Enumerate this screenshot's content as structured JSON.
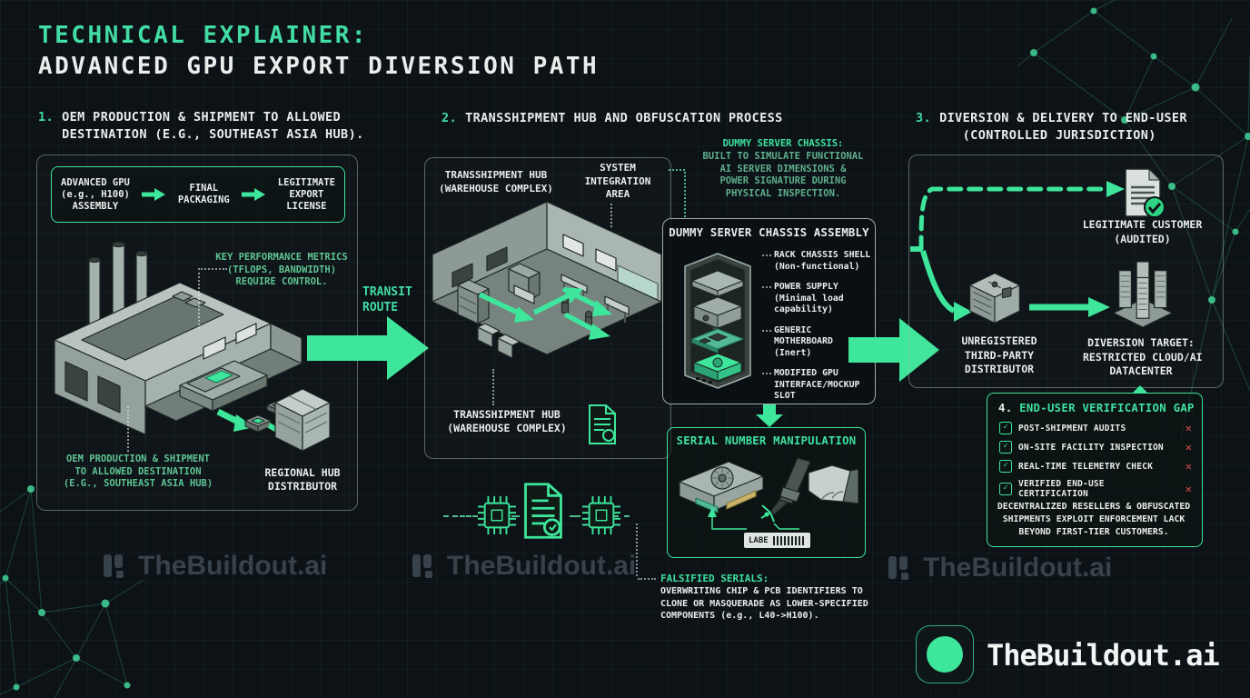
{
  "palette": {
    "bg": "#0c1216",
    "accent": "#3ee69b",
    "teal": "#43dca4",
    "green_text": "#5fc493",
    "white": "#e9edec",
    "red": "#e04f4f",
    "watermark": "#3b454d"
  },
  "icons": {
    "check": "✓",
    "x": "✕"
  },
  "header": {
    "title_line1": "TECHNICAL EXPLAINER:",
    "title_line2": "ADVANCED GPU EXPORT DIVERSION PATH"
  },
  "section1": {
    "number": "1.",
    "heading": "OEM PRODUCTION & SHIPMENT TO ALLOWED\nDESTINATION (E.G., SOUTHEAST ASIA HUB).",
    "flow_steps": [
      {
        "label": "ADVANCED GPU\n(e.g., H100)\nASSEMBLY"
      },
      {
        "label": "FINAL\nPACKAGING"
      },
      {
        "label": "LEGITIMATE\nEXPORT\nLICENSE"
      }
    ],
    "kpm_note": "KEY PERFORMANCE METRICS\n(TFLOPS, BANDWIDTH)\nREQUIRE CONTROL.",
    "oem_note": "OEM PRODUCTION & SHIPMENT\nTO ALLOWED DESTINATION\n(E.G., SOUTHEAST ASIA HUB)",
    "crate_label": "REGIONAL HUB\nDISTRIBUTOR"
  },
  "transit": {
    "label": "TRANSIT\nROUTE"
  },
  "section2": {
    "number": "2.",
    "heading": "TRANSSHIPMENT HUB AND OBFUSCATION PROCESS",
    "hub_label_top": "TRANSSHIPMENT HUB\n(WAREHOUSE COMPLEX)",
    "integration_label": "SYSTEM\nINTEGRATION\nAREA",
    "hub_label_bottom": "TRANSSHIPMENT HUB\n(WAREHOUSE COMPLEX)",
    "dummy_note_title": "DUMMY SERVER CHASSIS:",
    "dummy_note_body": "BUILT TO SIMULATE FUNCTIONAL\nAI SERVER DIMENSIONS &\nPOWER SIGNATURE DURING\nPHYSICAL INSPECTION.",
    "chassis_box": {
      "title": "DUMMY SERVER CHASSIS ASSEMBLY",
      "parts": [
        {
          "label": "RACK CHASSIS SHELL\n(Non-functional)"
        },
        {
          "label": "POWER SUPPLY\n(Minimal load\ncapability)"
        },
        {
          "label": "GENERIC\nMOTHERBOARD\n(Inert)"
        },
        {
          "label": "MODIFIED GPU\nINTERFACE/MOCKUP\nSLOT"
        }
      ]
    },
    "serial_box": {
      "title": "SERIAL NUMBER MANIPULATION",
      "label_text": "LABE"
    },
    "falsified_title": "FALSIFIED SERIALS:",
    "falsified_body": "OVERWRITING CHIP & PCB IDENTIFIERS TO\nCLONE OR MASQUERADE AS LOWER-SPECIFIED\nCOMPONENTS (e.g., L40->H100)."
  },
  "section3": {
    "number": "3.",
    "heading": "DIVERSION & DELIVERY TO END-USER\n   (CONTROLLED JURISDICTION)",
    "legit_label": "LEGITIMATE CUSTOMER\n(AUDITED)",
    "distributor_label": "UNREGISTERED\nTHIRD-PARTY\nDISTRIBUTOR",
    "target_label": "DIVERSION TARGET:\nRESTRICTED CLOUD/AI\nDATACENTER"
  },
  "verification": {
    "number": "4.",
    "title": "END-USER VERIFICATION GAP",
    "items": [
      {
        "label": "POST-SHIPMENT AUDITS"
      },
      {
        "label": "ON-SITE FACILITY INSPECTION"
      },
      {
        "label": "REAL-TIME TELEMETRY CHECK"
      },
      {
        "label": "VERIFIED END-USE CERTIFICATION"
      }
    ],
    "footnote": "DECENTRALIZED RESELLERS & OBFUSCATED\nSHIPMENTS EXPLOIT ENFORCEMENT LACK\nBEYOND FIRST-TIER CUSTOMERS."
  },
  "branding": {
    "watermark": "TheBuildout.ai",
    "logo_text": "TheBuildout.ai"
  }
}
